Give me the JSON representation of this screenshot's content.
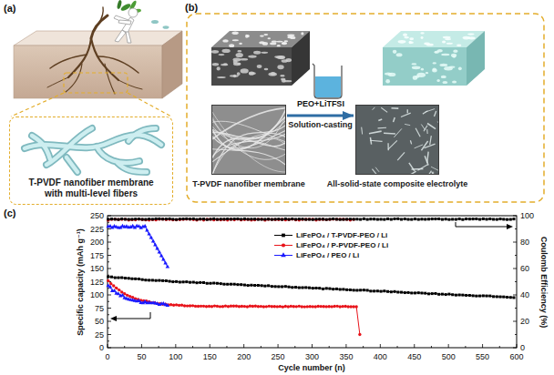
{
  "diagram": {
    "nodes": [
      {
        "text": [
          "T-PVDF nanofiber membrane with multi-level fibers"
        ]
      },
      {
        "text": [
          "T-PVDF nanofiber membrane"
        ]
      },
      {
        "text": [
          "All-solid-state composite electrolyte"
        ]
      }
    ],
    "edges": [
      {
        "from": 1,
        "to": 2,
        "arrow": "to",
        "label": "Solution-casting"
      }
    ],
    "labels": [
      "(a)",
      "(b)",
      "(c)",
      "PEO+LiTFSI",
      "0",
      "25",
      "50",
      "75",
      "100",
      "125",
      "150",
      "175",
      "200",
      "225",
      "250",
      "0",
      "50",
      "100",
      "150",
      "200",
      "250",
      "300",
      "350",
      "400",
      "450",
      "500",
      "550",
      "600",
      "0",
      "20",
      "40",
      "60",
      "80",
      "100",
      "Specific capacity (mAh g⁻¹)",
      "Cycle number (n)",
      "Coulomb Efficiency (%)"
    ],
    "legend": [
      {
        "text": "LiFePO₄ / T-PVDF-PEO / Li"
      },
      {
        "text": "LiFePO₄ / P-PVDF-PEO / Li"
      },
      {
        "text": "LiFePO₄ / PEO / Li"
      }
    ]
  }
}
